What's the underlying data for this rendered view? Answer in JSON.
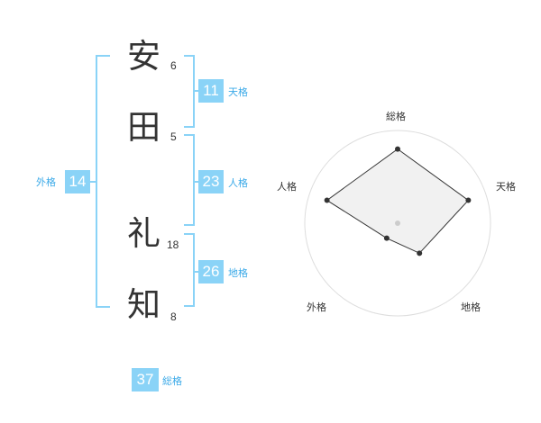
{
  "name": {
    "characters": [
      {
        "char": "安",
        "strokes": "6"
      },
      {
        "char": "田",
        "strokes": "5"
      },
      {
        "char": "礼",
        "strokes": "18"
      },
      {
        "char": "知",
        "strokes": "8"
      }
    ]
  },
  "fortunes": {
    "tenkaku": {
      "value": "11",
      "label": "天格"
    },
    "jinkaku": {
      "value": "23",
      "label": "人格"
    },
    "chikaku": {
      "value": "26",
      "label": "地格"
    },
    "gaikaku": {
      "value": "14",
      "label": "外格"
    },
    "soukaku": {
      "value": "37",
      "label": "総格"
    }
  },
  "chart_data": {
    "type": "radar",
    "axes": [
      "総格",
      "天格",
      "地格",
      "外格",
      "人格"
    ],
    "values": [
      4,
      4,
      2,
      1,
      4
    ],
    "max": 5,
    "rings": 5
  },
  "colors": {
    "accent": "#8ad3f7",
    "accent_text": "#3aa9e8",
    "text": "#333333",
    "radar_fill": "#eeeeee",
    "radar_line": "#333333"
  }
}
